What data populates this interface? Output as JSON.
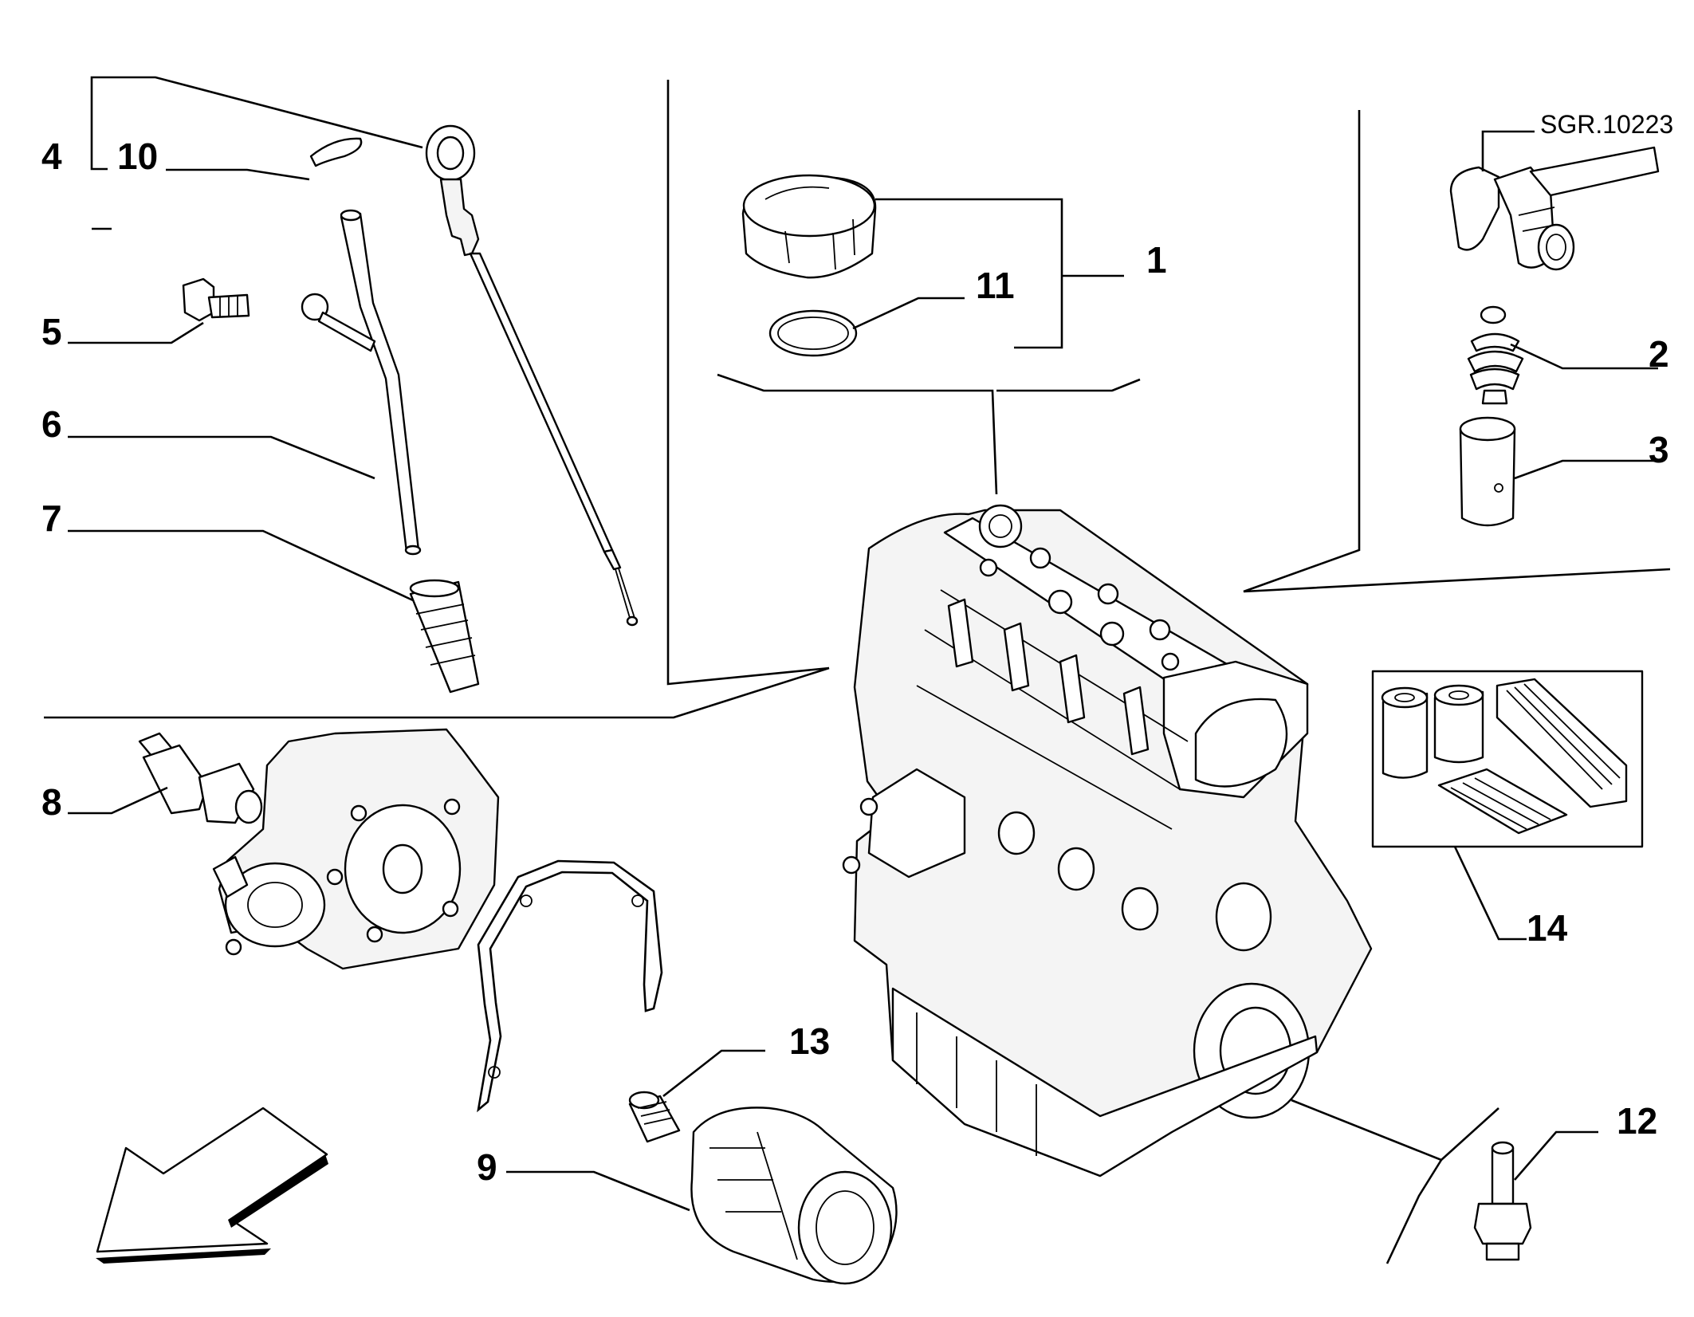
{
  "reference_code": "SGR.10223",
  "callouts": [
    {
      "id": "c1",
      "label": "1"
    },
    {
      "id": "c2",
      "label": "2"
    },
    {
      "id": "c3",
      "label": "3"
    },
    {
      "id": "c4",
      "label": "4"
    },
    {
      "id": "c5",
      "label": "5"
    },
    {
      "id": "c6",
      "label": "6"
    },
    {
      "id": "c7",
      "label": "7"
    },
    {
      "id": "c8",
      "label": "8"
    },
    {
      "id": "c9",
      "label": "9"
    },
    {
      "id": "c10",
      "label": "10"
    },
    {
      "id": "c11",
      "label": "11"
    },
    {
      "id": "c12",
      "label": "12"
    },
    {
      "id": "c13",
      "label": "13"
    },
    {
      "id": "c14",
      "label": "14"
    }
  ]
}
